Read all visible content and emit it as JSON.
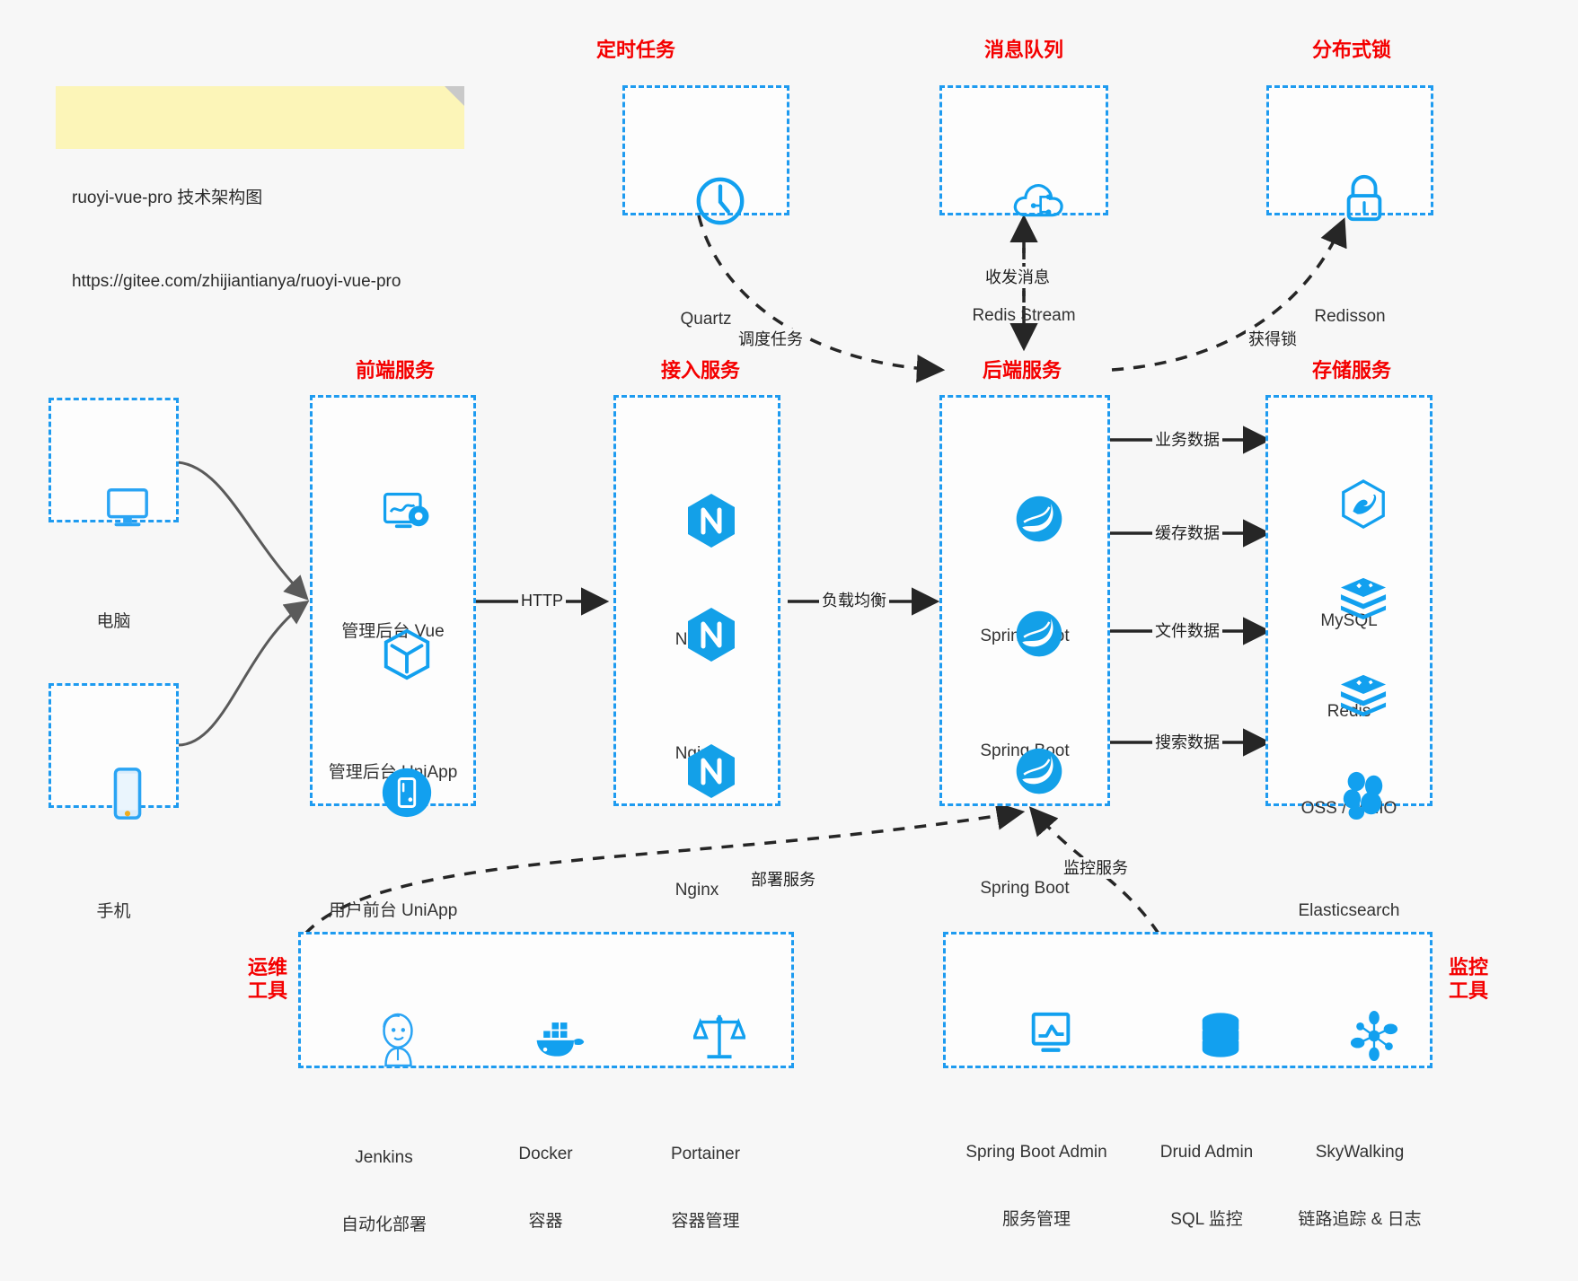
{
  "note": {
    "line1": "ruoyi-vue-pro 技术架构图",
    "line2": "https://gitee.com/zhijiantianya/ruoyi-vue-pro"
  },
  "colors": {
    "accent_blue": "#1e9bf0",
    "icon_blue": "#12a0ef",
    "title_red": "#f40000",
    "note_yellow": "#fcf5b8",
    "background": "#f7f7f7",
    "edge_dark": "#262626",
    "client_edge_gray": "#5a5a5a"
  },
  "groups": {
    "scheduler": {
      "title": "定时任务",
      "nodes": [
        {
          "label": "Quartz",
          "icon": "clock-icon"
        }
      ]
    },
    "mq": {
      "title": "消息队列",
      "nodes": [
        {
          "label": "Redis Stream",
          "icon": "cloud-network-icon"
        }
      ]
    },
    "lock": {
      "title": "分布式锁",
      "nodes": [
        {
          "label": "Redisson",
          "icon": "padlock-icon"
        }
      ]
    },
    "client_pc": {
      "title": "",
      "nodes": [
        {
          "label": "电脑",
          "icon": "desktop-monitor-icon"
        }
      ]
    },
    "client_mobile": {
      "title": "",
      "nodes": [
        {
          "label": "手机",
          "icon": "smartphone-icon"
        }
      ]
    },
    "frontend": {
      "title": "前端服务",
      "nodes": [
        {
          "label": "管理后台 Vue",
          "icon": "dashboard-gear-icon"
        },
        {
          "label": "管理后台 UniApp",
          "icon": "hexagon-cube-icon"
        },
        {
          "label": "用户前台 UniApp",
          "icon": "mobile-circle-icon"
        }
      ]
    },
    "gateway": {
      "title": "接入服务",
      "nodes": [
        {
          "label": "Nginx",
          "icon": "nginx-icon"
        },
        {
          "label": "Nginx",
          "icon": "nginx-icon"
        },
        {
          "label": "Nginx",
          "icon": "nginx-icon"
        }
      ]
    },
    "backend": {
      "title": "后端服务",
      "nodes": [
        {
          "label": "Spring Boot",
          "icon": "spring-boot-icon"
        },
        {
          "label": "Spring Boot",
          "icon": "spring-boot-icon"
        },
        {
          "label": "Spring Boot",
          "icon": "spring-boot-icon"
        }
      ]
    },
    "storage": {
      "title": "存储服务",
      "nodes": [
        {
          "label": "MySQL",
          "icon": "mysql-icon"
        },
        {
          "label": "Redis",
          "icon": "redis-icon"
        },
        {
          "label": "OSS / MinIO",
          "icon": "oss-minio-icon"
        },
        {
          "label": "Elasticsearch",
          "icon": "elasticsearch-icon"
        }
      ]
    },
    "devops": {
      "title": "运维\n工具",
      "nodes": [
        {
          "label": "Jenkins",
          "sublabel": "自动化部署",
          "icon": "jenkins-icon"
        },
        {
          "label": "Docker",
          "sublabel": "容器",
          "icon": "docker-icon"
        },
        {
          "label": "Portainer",
          "sublabel": "容器管理",
          "icon": "scales-icon"
        }
      ]
    },
    "monitor": {
      "title": "监控\n工具",
      "nodes": [
        {
          "label": "Spring Boot Admin",
          "sublabel": "服务管理",
          "icon": "monitor-chart-icon"
        },
        {
          "label": "Druid Admin",
          "sublabel": "SQL 监控",
          "icon": "database-icon"
        },
        {
          "label": "SkyWalking",
          "sublabel": "链路追踪 & 日志",
          "icon": "skywalking-icon"
        }
      ]
    }
  },
  "edges": {
    "http": "HTTP",
    "load_balance": "负载均衡",
    "schedule_task": "调度任务",
    "send_receive_message": "收发消息",
    "acquire_lock": "获得锁",
    "business_data": "业务数据",
    "cache_data": "缓存数据",
    "file_data": "文件数据",
    "search_data": "搜索数据",
    "deploy_service": "部署服务",
    "monitor_service": "监控服务"
  }
}
